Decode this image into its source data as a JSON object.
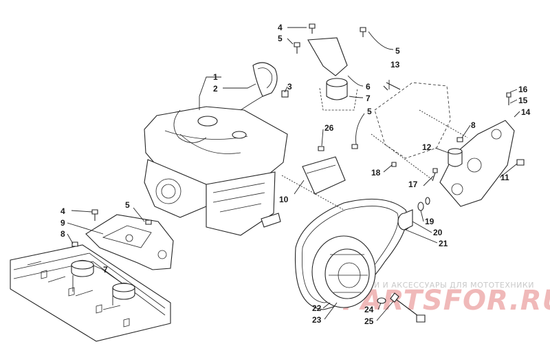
{
  "callouts": [
    {
      "id": "c1",
      "text": "1"
    },
    {
      "id": "c2",
      "text": "2"
    },
    {
      "id": "c3",
      "text": "3"
    },
    {
      "id": "c4a",
      "text": "4"
    },
    {
      "id": "c5a",
      "text": "5"
    },
    {
      "id": "c5b",
      "text": "5"
    },
    {
      "id": "c13",
      "text": "13"
    },
    {
      "id": "c6",
      "text": "6"
    },
    {
      "id": "c7a",
      "text": "7"
    },
    {
      "id": "c16",
      "text": "16"
    },
    {
      "id": "c15",
      "text": "15"
    },
    {
      "id": "c14",
      "text": "14"
    },
    {
      "id": "c5c",
      "text": "5"
    },
    {
      "id": "c26",
      "text": "26"
    },
    {
      "id": "c8a",
      "text": "8"
    },
    {
      "id": "c12",
      "text": "12"
    },
    {
      "id": "c18",
      "text": "18"
    },
    {
      "id": "c11",
      "text": "11"
    },
    {
      "id": "c17",
      "text": "17"
    },
    {
      "id": "c10",
      "text": "10"
    },
    {
      "id": "c4b",
      "text": "4"
    },
    {
      "id": "c5d",
      "text": "5"
    },
    {
      "id": "c9",
      "text": "9"
    },
    {
      "id": "c8b",
      "text": "8"
    },
    {
      "id": "c19",
      "text": "19"
    },
    {
      "id": "c20",
      "text": "20"
    },
    {
      "id": "c21",
      "text": "21"
    },
    {
      "id": "c7b",
      "text": "7"
    },
    {
      "id": "c22",
      "text": "22"
    },
    {
      "id": "c23",
      "text": "23"
    },
    {
      "id": "c24",
      "text": "24"
    },
    {
      "id": "c25",
      "text": "25"
    }
  ],
  "watermark": {
    "tagline": "ЗАПЧАСТИ И АКСЕССУАРЫ ДЛЯ МОТОТЕХНИКИ",
    "logo": "PARTSFOR.RU"
  }
}
